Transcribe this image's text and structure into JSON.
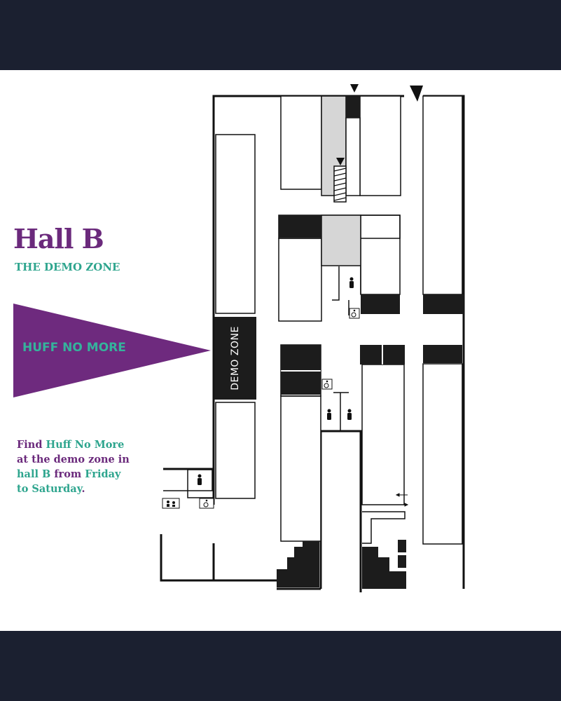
{
  "header": {
    "color": "#1b2030"
  },
  "footer": {
    "color": "#1b2030"
  },
  "hall": {
    "title": "Hall B",
    "subtitle": "THE DEMO ZONE"
  },
  "pennant": {
    "label": "HUFF NO MORE",
    "color": "#6e2a7e",
    "text_color": "#35b39c"
  },
  "promo": {
    "line1_a": "Find ",
    "line1_b": "Huff No More",
    "line2": "at the demo zone in",
    "line3_a": "hall B ",
    "line3_b": "from ",
    "line3_c": "Friday",
    "line4_a": "to ",
    "line4_b": "Saturday",
    "line4_c": "."
  },
  "map": {
    "demo_zone_label": "DEMO ZONE",
    "icons": [
      "entrance-arrow-icon",
      "stairs-icon",
      "restroom-icon",
      "wheelchair-icon",
      "family-restroom-icon",
      "double-door-arrow-icon"
    ],
    "colors": {
      "wall": "#111111",
      "booth_dark": "#1c1c1c",
      "booth_gray": "#d6d6d6"
    }
  }
}
